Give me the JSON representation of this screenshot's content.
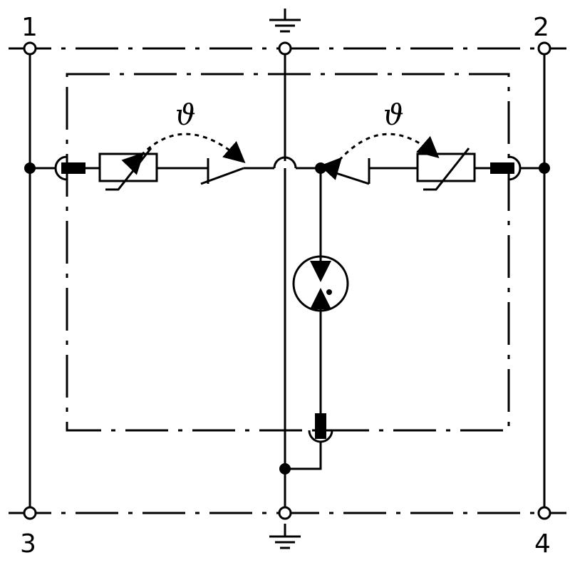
{
  "terminals": {
    "t1": "1",
    "t2": "2",
    "t3": "3",
    "t4": "4"
  },
  "thermal": {
    "left_symbol": "ϑ",
    "right_symbol": "ϑ"
  },
  "colors": {
    "line": "#000000",
    "background": "#ffffff"
  },
  "icons": {
    "ground": "ground-icon",
    "varistor": "varistor-icon",
    "spark_gap": "spark-gap-icon",
    "thermal_switch": "thermal-disconnect-switch-icon"
  }
}
